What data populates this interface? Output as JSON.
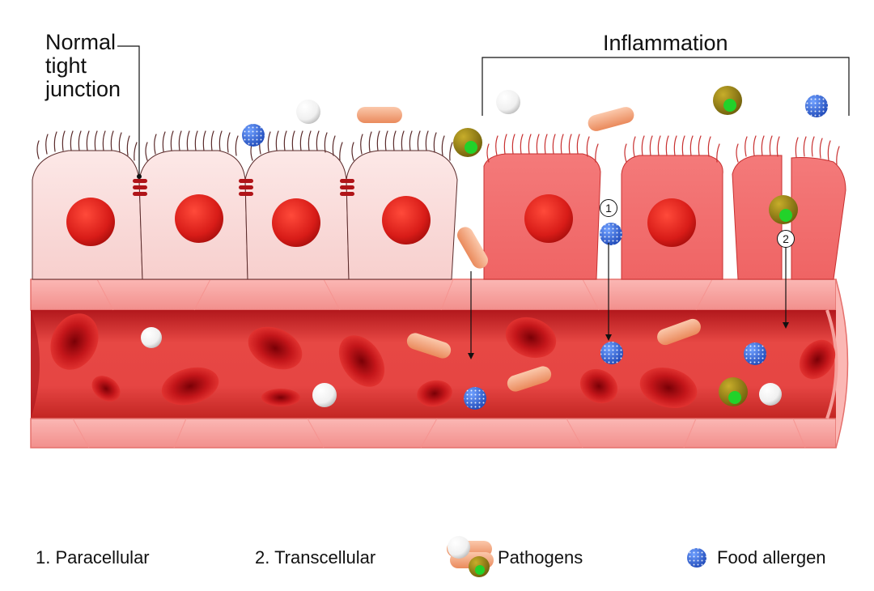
{
  "labels": {
    "normal_tight_junction": [
      "Normal",
      "tight",
      "junction"
    ],
    "inflammation": "Inflammation",
    "step_one": "1",
    "step_two": "2"
  },
  "legend": {
    "paracellular": "1. Paracellular",
    "transcellular": "2. Transcellular",
    "pathogens": "Pathogens",
    "food_allergen": "Food allergen"
  },
  "colors": {
    "normal_cell": "#f9d6d4",
    "inflamed_cell": "#f26b6b",
    "nucleus": "#e0201c",
    "vessel_wall": "#f8a7a4",
    "vessel_lumen": "#e23b3a",
    "red_blood_cell": "#c41014",
    "tight_junction": "#b01418",
    "bacterium": "#f4a57e",
    "food_allergen": "#3a6fd8",
    "pathogen_olive": "#a08a16",
    "pathogen_green": "#22d22a"
  }
}
